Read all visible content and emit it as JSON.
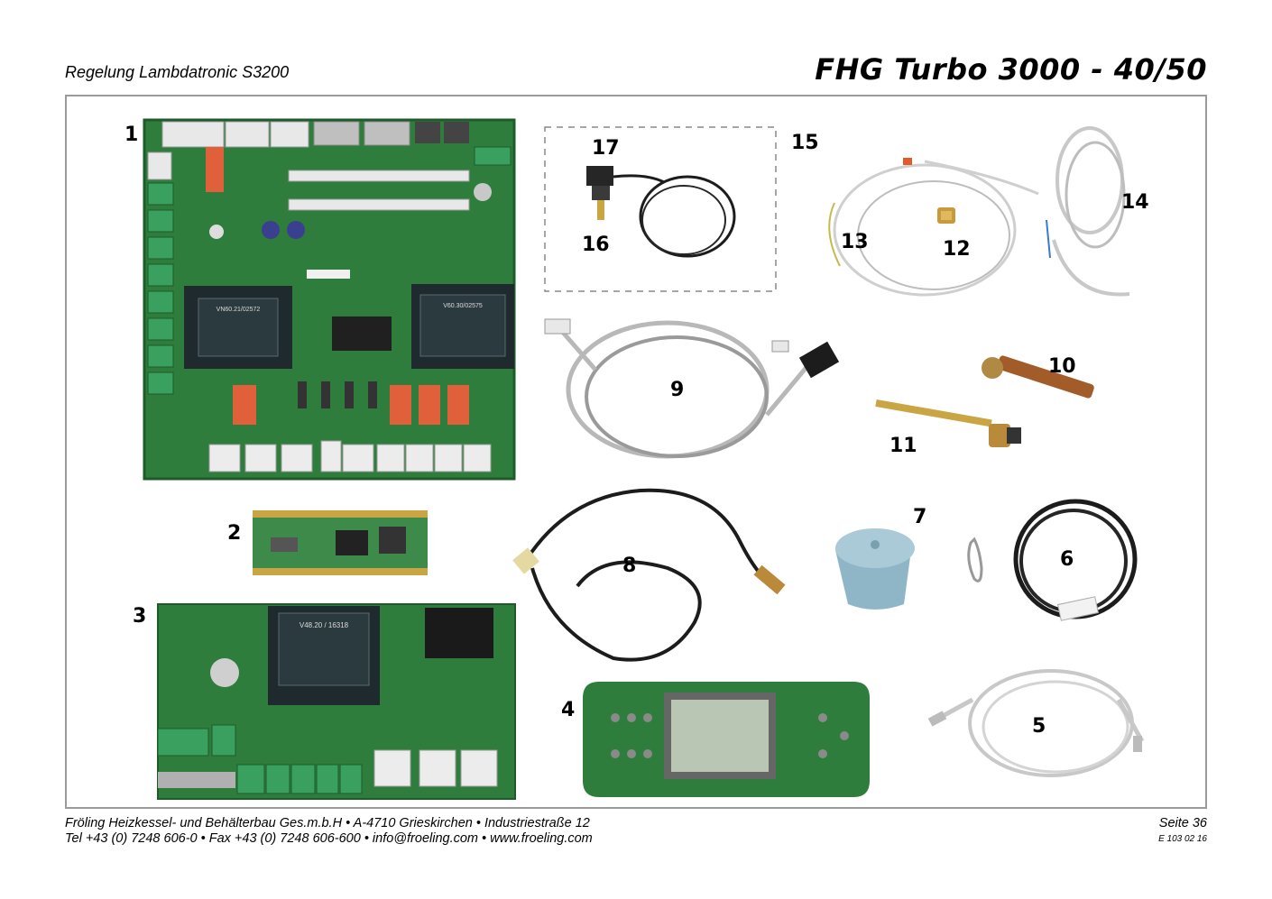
{
  "header": {
    "subtitle": "Regelung Lambdatronic S3200",
    "title": "FHG Turbo 3000 - 40/50"
  },
  "labels": {
    "n1": "1",
    "n2": "2",
    "n3": "3",
    "n4": "4",
    "n5": "5",
    "n6": "6",
    "n7": "7",
    "n8": "8",
    "n9": "9",
    "n10": "10",
    "n11": "11",
    "n12": "12",
    "n13": "13",
    "n14": "14",
    "n15": "15",
    "n16": "16",
    "n17": "17"
  },
  "transformers": {
    "main_left": "VN60.21/02572",
    "main_right": "V60.30/02575",
    "board3": "V48.20 / 16318"
  },
  "footer": {
    "line1": "Fröling Heizkessel- und Behälterbau Ges.m.b.H   •  A-4710 Grieskirchen   •  Industriestraße 12",
    "line2": "Tel +43 (0) 7248 606-0  • Fax +43 (0) 7248 606-600   • info@froeling.com  • www.froeling.com",
    "page": "Seite 36",
    "code": "E 103 02 16"
  },
  "colors": {
    "pcb": "#2f7d3c",
    "terminal": "#3aa060",
    "relay": "#e0603c",
    "transformer": "#1f2a2e",
    "cable_dark": "#202020",
    "cable_grey": "#b8b8b8"
  }
}
